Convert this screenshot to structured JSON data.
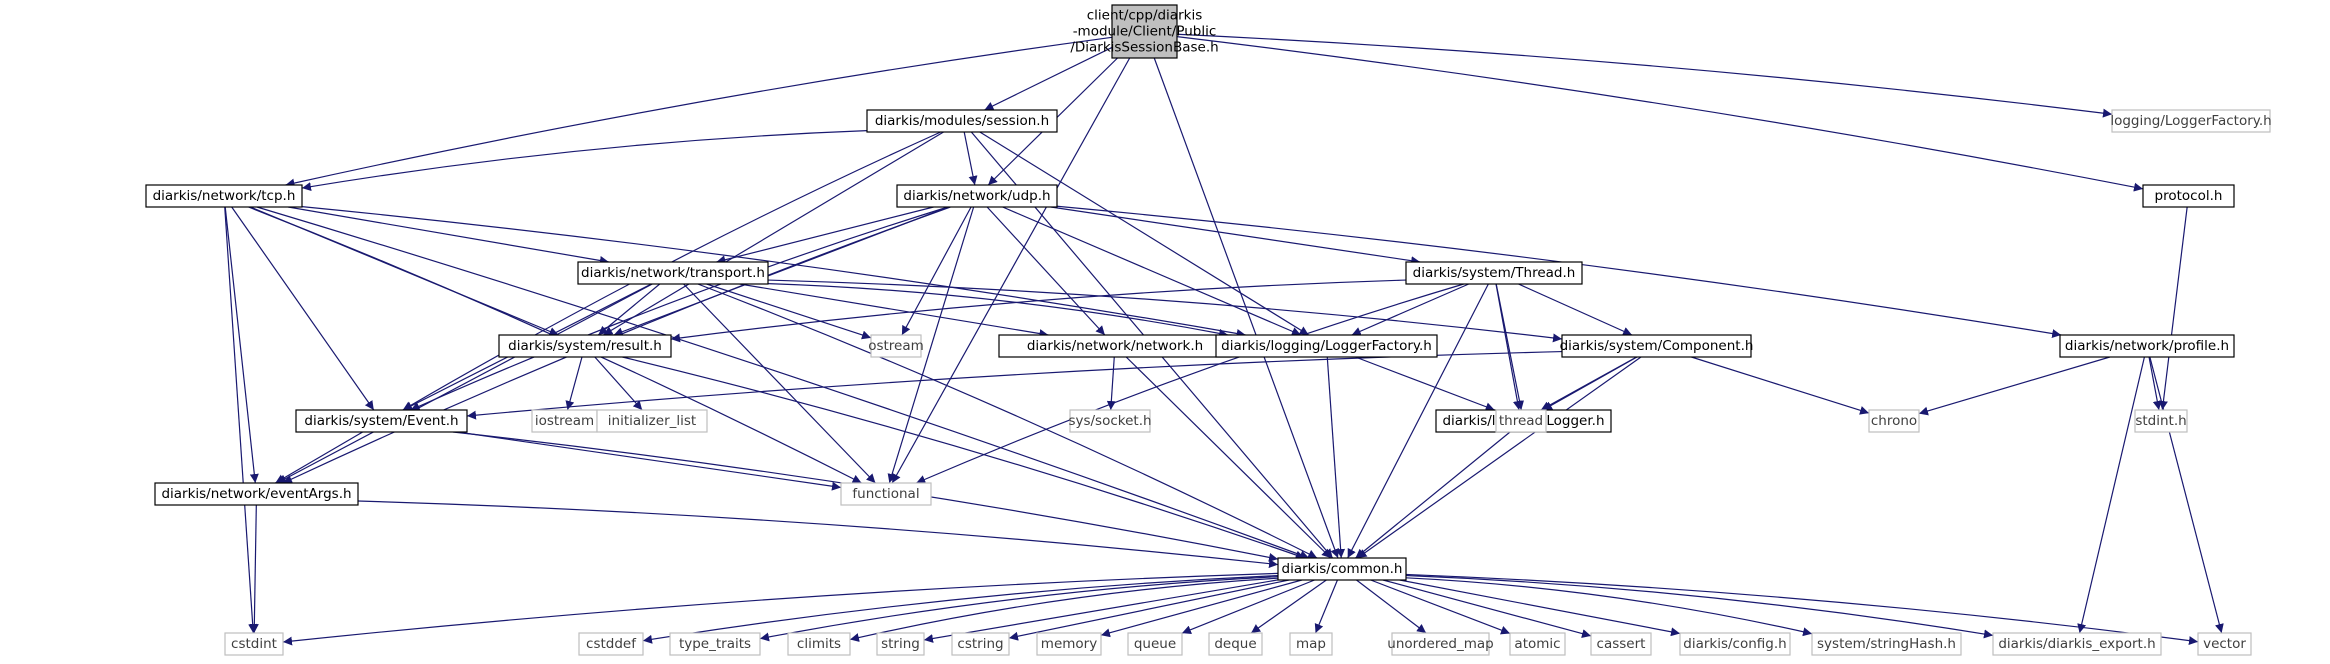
{
  "nodes": [
    {
      "id": "root",
      "kind": "main",
      "lines": [
        "client/cpp/diarkis",
        "-module/Client/Public",
        "/DiarkisSessionBase.h"
      ]
    },
    {
      "id": "session",
      "kind": "doc",
      "lines": [
        "diarkis/modules/session.h"
      ]
    },
    {
      "id": "loggerfactory_ext",
      "kind": "ext",
      "lines": [
        "logging/LoggerFactory.h"
      ]
    },
    {
      "id": "tcp",
      "kind": "doc",
      "lines": [
        "diarkis/network/tcp.h"
      ]
    },
    {
      "id": "udp",
      "kind": "doc",
      "lines": [
        "diarkis/network/udp.h"
      ]
    },
    {
      "id": "protocol",
      "kind": "doc",
      "lines": [
        "protocol.h"
      ]
    },
    {
      "id": "transport",
      "kind": "doc",
      "lines": [
        "diarkis/network/transport.h"
      ]
    },
    {
      "id": "thread_h",
      "kind": "doc",
      "lines": [
        "diarkis/system/Thread.h"
      ]
    },
    {
      "id": "result",
      "kind": "doc",
      "lines": [
        "diarkis/system/result.h"
      ]
    },
    {
      "id": "ostream",
      "kind": "ext",
      "lines": [
        "ostream"
      ]
    },
    {
      "id": "network",
      "kind": "doc",
      "lines": [
        "diarkis/network/network.h"
      ]
    },
    {
      "id": "loggerfactory",
      "kind": "doc",
      "lines": [
        "diarkis/logging/LoggerFactory.h"
      ]
    },
    {
      "id": "component",
      "kind": "doc",
      "lines": [
        "diarkis/system/Component.h"
      ]
    },
    {
      "id": "profile",
      "kind": "doc",
      "lines": [
        "diarkis/network/profile.h"
      ]
    },
    {
      "id": "event",
      "kind": "doc",
      "lines": [
        "diarkis/system/Event.h"
      ]
    },
    {
      "id": "iostream",
      "kind": "ext",
      "lines": [
        "iostream"
      ]
    },
    {
      "id": "initializer_list",
      "kind": "ext",
      "lines": [
        "initializer_list"
      ]
    },
    {
      "id": "syssocket",
      "kind": "ext",
      "lines": [
        "sys/socket.h"
      ]
    },
    {
      "id": "logger",
      "kind": "doc",
      "lines": [
        "diarkis/logging/Logger.h"
      ]
    },
    {
      "id": "thread",
      "kind": "ext",
      "lines": [
        "thread"
      ]
    },
    {
      "id": "chrono",
      "kind": "ext",
      "lines": [
        "chrono"
      ]
    },
    {
      "id": "stdint",
      "kind": "ext",
      "lines": [
        "stdint.h"
      ]
    },
    {
      "id": "eventargs",
      "kind": "doc",
      "lines": [
        "diarkis/network/eventArgs.h"
      ]
    },
    {
      "id": "functional",
      "kind": "ext",
      "lines": [
        "functional"
      ]
    },
    {
      "id": "common",
      "kind": "doc",
      "lines": [
        "diarkis/common.h"
      ]
    },
    {
      "id": "cstdint",
      "kind": "ext",
      "lines": [
        "cstdint"
      ]
    },
    {
      "id": "cstddef",
      "kind": "ext",
      "lines": [
        "cstddef"
      ]
    },
    {
      "id": "type_traits",
      "kind": "ext",
      "lines": [
        "type_traits"
      ]
    },
    {
      "id": "climits",
      "kind": "ext",
      "lines": [
        "climits"
      ]
    },
    {
      "id": "string",
      "kind": "ext",
      "lines": [
        "string"
      ]
    },
    {
      "id": "cstring",
      "kind": "ext",
      "lines": [
        "cstring"
      ]
    },
    {
      "id": "memory",
      "kind": "ext",
      "lines": [
        "memory"
      ]
    },
    {
      "id": "queue",
      "kind": "ext",
      "lines": [
        "queue"
      ]
    },
    {
      "id": "deque",
      "kind": "ext",
      "lines": [
        "deque"
      ]
    },
    {
      "id": "map",
      "kind": "ext",
      "lines": [
        "map"
      ]
    },
    {
      "id": "unordered_map",
      "kind": "ext",
      "lines": [
        "unordered_map"
      ]
    },
    {
      "id": "atomic",
      "kind": "ext",
      "lines": [
        "atomic"
      ]
    },
    {
      "id": "cassert",
      "kind": "ext",
      "lines": [
        "cassert"
      ]
    },
    {
      "id": "config",
      "kind": "ext",
      "lines": [
        "diarkis/config.h"
      ]
    },
    {
      "id": "stringhash",
      "kind": "ext",
      "lines": [
        "system/stringHash.h"
      ]
    },
    {
      "id": "export",
      "kind": "ext",
      "lines": [
        "diarkis/diarkis_export.h"
      ]
    },
    {
      "id": "vector",
      "kind": "ext",
      "lines": [
        "vector"
      ]
    }
  ],
  "edges": [
    [
      "root",
      "session"
    ],
    [
      "root",
      "loggerfactory_ext"
    ],
    [
      "root",
      "tcp"
    ],
    [
      "root",
      "udp"
    ],
    [
      "root",
      "protocol"
    ],
    [
      "root",
      "functional"
    ],
    [
      "root",
      "common"
    ],
    [
      "session",
      "tcp"
    ],
    [
      "session",
      "udp"
    ],
    [
      "session",
      "result"
    ],
    [
      "session",
      "event"
    ],
    [
      "session",
      "loggerfactory"
    ],
    [
      "session",
      "common"
    ],
    [
      "tcp",
      "transport"
    ],
    [
      "tcp",
      "result"
    ],
    [
      "tcp",
      "event"
    ],
    [
      "tcp",
      "eventargs"
    ],
    [
      "tcp",
      "loggerfactory"
    ],
    [
      "tcp",
      "functional"
    ],
    [
      "tcp",
      "common"
    ],
    [
      "tcp",
      "cstdint"
    ],
    [
      "udp",
      "transport"
    ],
    [
      "udp",
      "result"
    ],
    [
      "udp",
      "event"
    ],
    [
      "udp",
      "eventargs"
    ],
    [
      "udp",
      "ostream"
    ],
    [
      "udp",
      "network"
    ],
    [
      "udp",
      "loggerfactory"
    ],
    [
      "udp",
      "thread_h"
    ],
    [
      "udp",
      "profile"
    ],
    [
      "udp",
      "functional"
    ],
    [
      "protocol",
      "stdint"
    ],
    [
      "transport",
      "result"
    ],
    [
      "transport",
      "event"
    ],
    [
      "transport",
      "eventargs"
    ],
    [
      "transport",
      "ostream"
    ],
    [
      "transport",
      "network"
    ],
    [
      "transport",
      "loggerfactory"
    ],
    [
      "transport",
      "component"
    ],
    [
      "transport",
      "functional"
    ],
    [
      "transport",
      "common"
    ],
    [
      "thread_h",
      "result"
    ],
    [
      "thread_h",
      "loggerfactory"
    ],
    [
      "thread_h",
      "component"
    ],
    [
      "thread_h",
      "logger"
    ],
    [
      "thread_h",
      "thread"
    ],
    [
      "thread_h",
      "functional"
    ],
    [
      "thread_h",
      "common"
    ],
    [
      "result",
      "iostream"
    ],
    [
      "result",
      "initializer_list"
    ],
    [
      "result",
      "common"
    ],
    [
      "network",
      "syssocket"
    ],
    [
      "network",
      "common"
    ],
    [
      "loggerfactory",
      "logger"
    ],
    [
      "loggerfactory",
      "common"
    ],
    [
      "component",
      "event"
    ],
    [
      "component",
      "logger"
    ],
    [
      "component",
      "thread"
    ],
    [
      "component",
      "chrono"
    ],
    [
      "component",
      "common"
    ],
    [
      "profile",
      "chrono"
    ],
    [
      "profile",
      "stdint"
    ],
    [
      "profile",
      "export"
    ],
    [
      "profile",
      "vector"
    ],
    [
      "event",
      "eventargs"
    ],
    [
      "event",
      "functional"
    ],
    [
      "event",
      "common"
    ],
    [
      "logger",
      "common"
    ],
    [
      "eventargs",
      "cstdint"
    ],
    [
      "eventargs",
      "common"
    ],
    [
      "common",
      "cstdint"
    ],
    [
      "common",
      "cstddef"
    ],
    [
      "common",
      "type_traits"
    ],
    [
      "common",
      "climits"
    ],
    [
      "common",
      "string"
    ],
    [
      "common",
      "cstring"
    ],
    [
      "common",
      "memory"
    ],
    [
      "common",
      "queue"
    ],
    [
      "common",
      "deque"
    ],
    [
      "common",
      "map"
    ],
    [
      "common",
      "unordered_map"
    ],
    [
      "common",
      "atomic"
    ],
    [
      "common",
      "cassert"
    ],
    [
      "common",
      "config"
    ],
    [
      "common",
      "stringhash"
    ],
    [
      "common",
      "export"
    ],
    [
      "common",
      "vector"
    ]
  ]
}
